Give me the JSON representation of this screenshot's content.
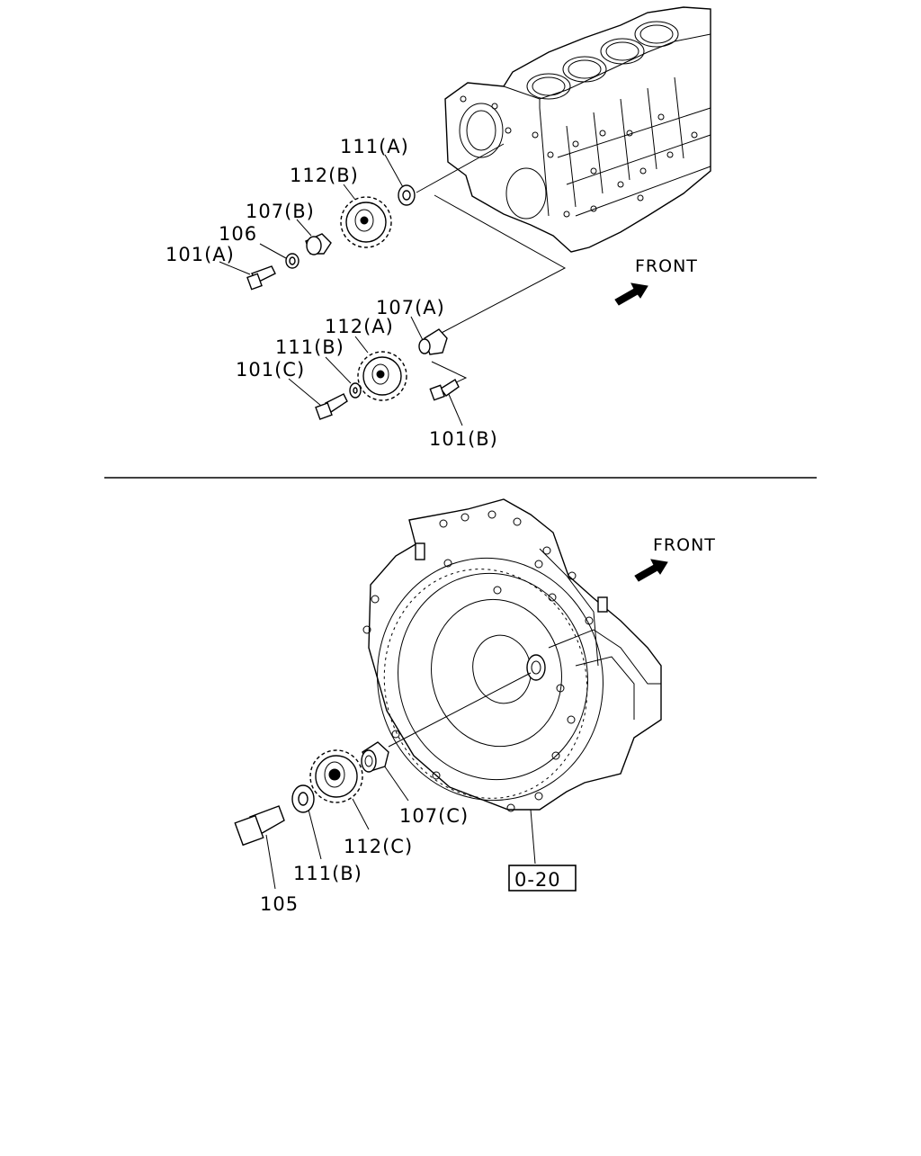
{
  "colors": {
    "ink": "#000000",
    "paper": "#ffffff"
  },
  "upper_assembly": {
    "labels": {
      "p111a": "111(A)",
      "p112b": "112(B)",
      "p107b": "107(B)",
      "p106": "106",
      "p101a": "101(A)",
      "p107a": "107(A)",
      "p112a": "112(A)",
      "p111b": "111(B)",
      "p101c": "101(C)",
      "p101b": "101(B)"
    },
    "front_label": "FRONT"
  },
  "lower_assembly": {
    "labels": {
      "p107c": "107(C)",
      "p112c": "112(C)",
      "p111b": "111(B)",
      "p105": "105"
    },
    "reference_box": "0-20",
    "front_label": "FRONT"
  }
}
